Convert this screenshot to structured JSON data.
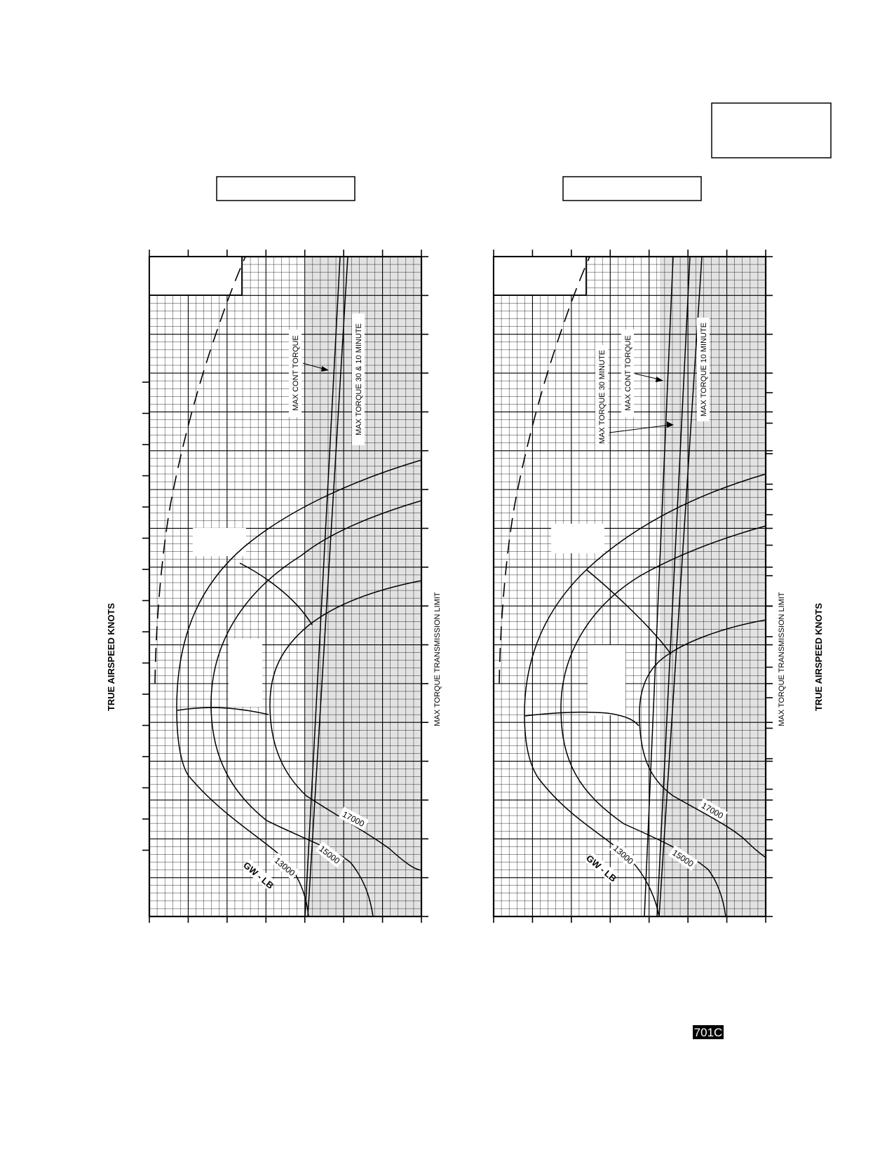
{
  "axis_label_left": "TRUE AIRSPEED  KNOTS",
  "axis_label_right": "TRUE AIRSPEED  KNOTS",
  "figure_code": "701C",
  "colors": {
    "shade": "#e2e2e2",
    "ink": "#000000"
  },
  "chart_data": [
    {
      "type": "line",
      "title": "",
      "xlabel": "",
      "ylabel": "TRUE AIRSPEED  KNOTS",
      "grid": true,
      "series": [
        {
          "name": "13000",
          "label_text": "13000"
        },
        {
          "name": "15000",
          "label_text": "15000"
        },
        {
          "name": "17000",
          "label_text": "17000"
        }
      ],
      "annotations": {
        "gw": "GW - LB",
        "max_cont_torque": "MAX CONT TORQUE",
        "max_torque_limit": "MAX TORQUE  30 & 10 MINUTE",
        "transmission_limit": "MAX TORQUE  TRANSMISSION LIMIT"
      }
    },
    {
      "type": "line",
      "title": "",
      "xlabel": "",
      "ylabel": "TRUE AIRSPEED  KNOTS",
      "grid": true,
      "series": [
        {
          "name": "13000",
          "label_text": "13000"
        },
        {
          "name": "15000",
          "label_text": "15000"
        },
        {
          "name": "17000",
          "label_text": "17000"
        }
      ],
      "annotations": {
        "gw": "GW - LB",
        "max_torque_30": "MAX TORQUE  30 MINUTE",
        "max_cont_torque": "MAX CONT TORQUE",
        "max_torque_10": "MAX TORQUE  10 MINUTE",
        "transmission_limit": "MAX TORQUE  TRANSMISSION LIMIT"
      }
    }
  ]
}
